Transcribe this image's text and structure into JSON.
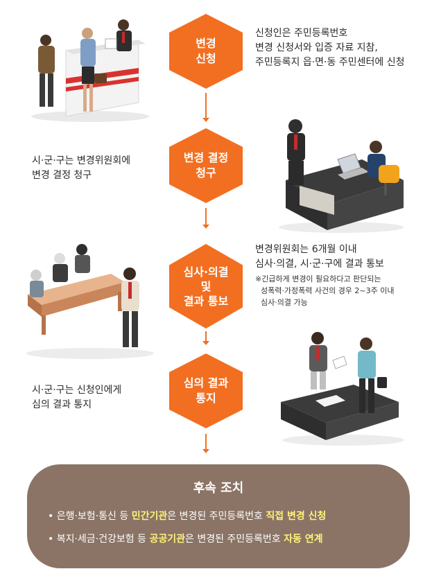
{
  "steps": [
    {
      "label": [
        "변경",
        "신청"
      ],
      "desc": [
        "신청인은 주민등록번호",
        "변경 신청서와 입증 자료 지참,",
        "주민등록지 읍·면·동 주민센터에 신청"
      ]
    },
    {
      "label": [
        "변경 결정",
        "청구"
      ],
      "desc": [
        "시·군·구는 변경위원회에",
        "변경 결정 청구"
      ]
    },
    {
      "label": [
        "심사·의결",
        "및",
        "결과 통보"
      ],
      "desc": [
        "변경위원회는 6개월 이내",
        "심사·의결, 시·군·구에 결과 통보"
      ],
      "note": [
        "※긴급하게 변경이 필요하다고 판단되는",
        "성폭력·가정폭력 사건의 경우 2~3주 이내",
        "심사·의결 가능"
      ]
    },
    {
      "label": [
        "심의 결과",
        "통지"
      ],
      "desc": [
        "시·군·구는 신청인에게",
        "심의 결과 통지"
      ]
    }
  ],
  "followup": {
    "title": "후속 조치",
    "line1": {
      "bullet": "•",
      "a": "은행·보험·통신 등 ",
      "b": "민간기관",
      "c": "은 변경된 주민등록번호 ",
      "d": "직접 변경 신청"
    },
    "line2": {
      "bullet": "•",
      "a": "복지·세금·건강보험 등 ",
      "b": "공공기관",
      "c": "은 변경된 주민등록번호 ",
      "d": "자동 연계"
    }
  },
  "colors": {
    "accent": "#f26f21",
    "box": "#8b7466",
    "highlight": "#fff37a"
  },
  "illustrations": [
    "service-counter-illustration",
    "office-desk-illustration",
    "committee-meeting-illustration",
    "document-handover-illustration"
  ]
}
